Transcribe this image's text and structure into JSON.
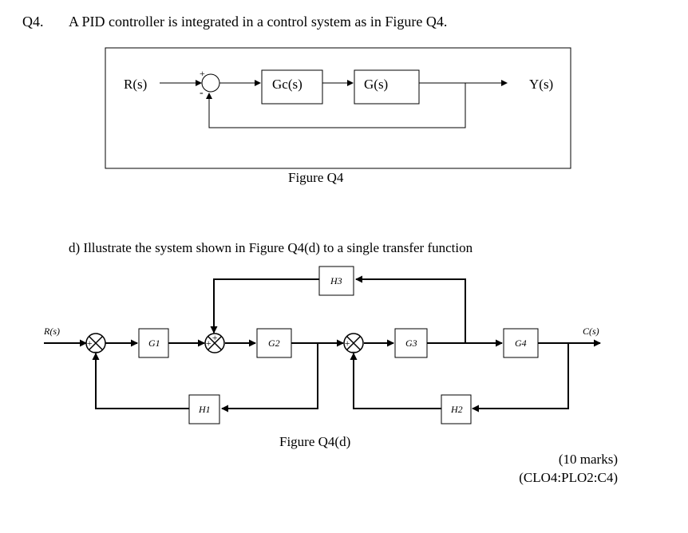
{
  "question": {
    "number": "Q4.",
    "text": "A PID controller is integrated in a control system as in Figure Q4."
  },
  "figure1": {
    "caption": "Figure Q4",
    "input_label": "R(s)",
    "output_label": "Y(s)",
    "controller_label": "Gc(s)",
    "plant_label": "G(s)",
    "plus_sign": "+",
    "minus_sign": "-"
  },
  "part_d": {
    "text": "d) Illustrate the system shown in Figure Q4(d) to a single transfer function"
  },
  "figure2": {
    "caption": "Figure Q4(d)",
    "input_label": "R(s)",
    "output_label": "C(s)",
    "blocks": {
      "g1": "G1",
      "g2": "G2",
      "g3": "G3",
      "g4": "G4",
      "h1": "H1",
      "h2": "H2",
      "h3": "H3"
    }
  },
  "marks": "(10 marks)",
  "clo": "(CLO4:PLO2:C4)"
}
